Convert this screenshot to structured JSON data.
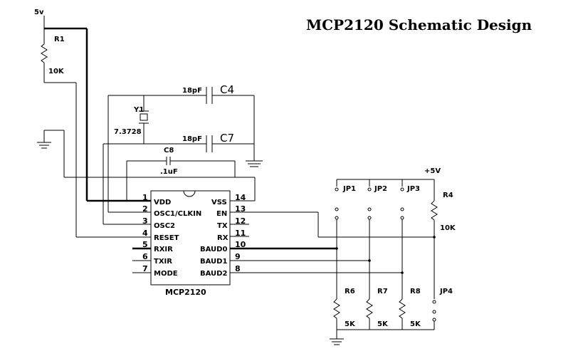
{
  "title": "MCP2120 Schematic Design",
  "supply": {
    "label": "5v",
    "label_plus": "+5V"
  },
  "chip": {
    "name": "MCP2120",
    "left_pins": [
      {
        "num": "1",
        "name": "VDD"
      },
      {
        "num": "2",
        "name": "OSC1/CLKIN"
      },
      {
        "num": "3",
        "name": "OSC2"
      },
      {
        "num": "4",
        "name": "RESET"
      },
      {
        "num": "5",
        "name": "RXIR"
      },
      {
        "num": "6",
        "name": "TXIR"
      },
      {
        "num": "7",
        "name": "MODE"
      }
    ],
    "right_pins": [
      {
        "num": "14",
        "name": "VSS"
      },
      {
        "num": "13",
        "name": "EN"
      },
      {
        "num": "12",
        "name": "TX"
      },
      {
        "num": "11",
        "name": "RX"
      },
      {
        "num": "10",
        "name": "BAUD0"
      },
      {
        "num": "9",
        "name": "BAUD1"
      },
      {
        "num": "8",
        "name": "BAUD2"
      }
    ]
  },
  "components": {
    "r1": {
      "ref": "R1",
      "value": "10K"
    },
    "y1": {
      "ref": "Y1",
      "value": "7.3728"
    },
    "c4": {
      "ref": "C4",
      "value": "18pF"
    },
    "c7": {
      "ref": "C7",
      "value": "18pF"
    },
    "c8": {
      "ref": "C8",
      "value": ".1uF"
    },
    "r4": {
      "ref": "R4",
      "value": "10K"
    },
    "r6": {
      "ref": "R6",
      "value": "5K"
    },
    "r7": {
      "ref": "R7",
      "value": "5K"
    },
    "r8": {
      "ref": "R8",
      "value": "5K"
    },
    "jp1": {
      "ref": "JP1"
    },
    "jp2": {
      "ref": "JP2"
    },
    "jp3": {
      "ref": "JP3"
    },
    "jp4": {
      "ref": "JP4"
    }
  }
}
